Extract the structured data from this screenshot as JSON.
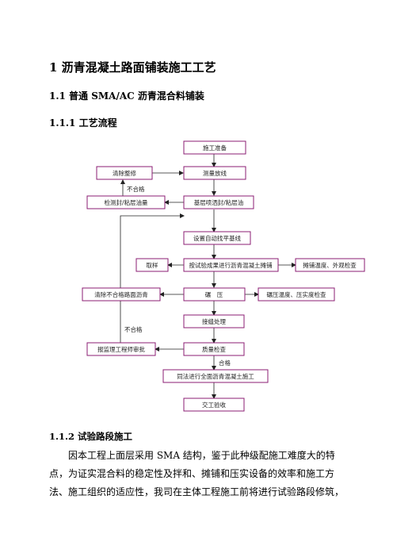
{
  "headings": {
    "h1": "1   沥青混凝土路面铺装施工工艺",
    "h2": "1.1 普通 SMA/AC 沥青混合料铺装",
    "h3": "1.1.1 工艺流程",
    "h4": "1.1.2 试验路段施工"
  },
  "flowchart": {
    "steps": {
      "prep": "施工准备",
      "survey": "测量放线",
      "repair": "清除整修",
      "inspect_seal": "检测封/粘层油量",
      "spray": "基层喷洒封/粘层油",
      "baseline": "设置自动找平基线",
      "sample": "取样",
      "paving": "按试验成果进行沥青混凝土摊铺",
      "paving_check": "摊铺温度、外观检查",
      "remove": "清除不合格路面沥青",
      "rolling": "碾　压",
      "rolling_check": "碾压温度、压实度检查",
      "joint": "接缝处理",
      "report": "报监理工程师审批",
      "quality": "质量检查",
      "full": "同法进行全面沥青混凝土施工",
      "handover": "交工验收"
    },
    "labels": {
      "fail_1": "不合格",
      "fail_2": "不合格",
      "pass": "合格"
    }
  },
  "paragraph": {
    "lines": [
      "因本工程上面层采用 SMA 结构，鉴于此种级配施工难度大的特",
      "点，为证实混合料的稳定性及拌和、摊铺和压实设备的效率和施工方",
      "法、施工组织的适应性，我司在主体工程施工前将进行试验路段修筑，"
    ]
  }
}
